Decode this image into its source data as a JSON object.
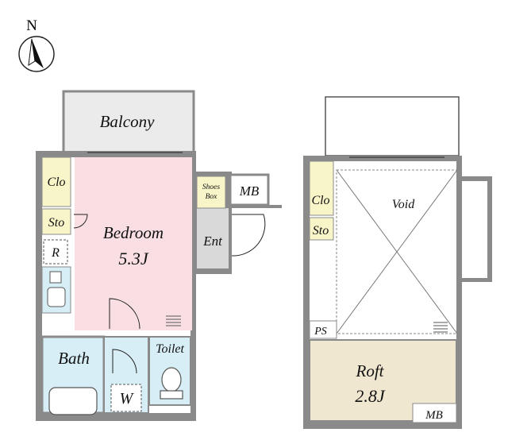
{
  "compass": {
    "label": "N"
  },
  "floor1": {
    "balcony": "Balcony",
    "closet": "Clo",
    "storage": "Sto",
    "bedroom": "Bedroom",
    "bedroom_size": "5.3J",
    "fridge": "R",
    "shoes_box_line1": "Shoes",
    "shoes_box_line2": "Box",
    "meter_box": "MB",
    "entrance": "Ent",
    "bath": "Bath",
    "toilet": "Toilet",
    "washer": "W"
  },
  "floor2": {
    "closet": "Clo",
    "storage": "Sto",
    "void": "Void",
    "pipe_space": "PS",
    "loft": "Roft",
    "loft_size": "2.8J",
    "meter_box": "MB"
  },
  "colors": {
    "wall": "#8a8a8a",
    "bedroom": "#f9dfe3",
    "bath": "#d7eef7",
    "closet": "#f8f5c9",
    "balcony": "#ebebeb",
    "loft": "#efe7cf"
  }
}
